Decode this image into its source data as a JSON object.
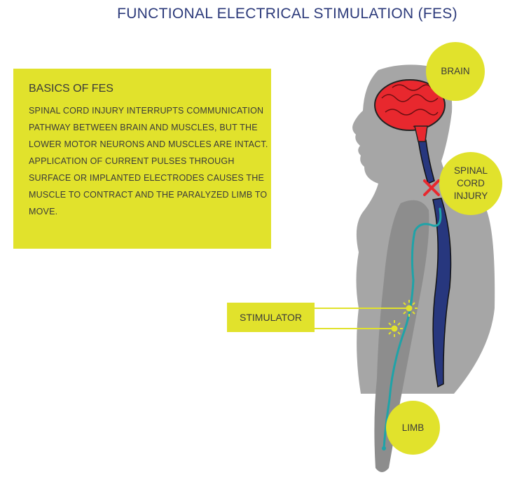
{
  "title": "FUNCTIONAL ELECTRICAL STIMULATION (FES)",
  "infobox": {
    "heading": "BASICS OF FES",
    "body": "SPINAL CORD INJURY INTERRUPTS COMMUNICATION PATHWAY BETWEEN BRAIN AND MUSCLES, BUT THE LOWER MOTOR NEURONS AND MUSCLES ARE INTACT. APPLICATION OF CURRENT PULSES THROUGH SURFACE OR IMPLANTED ELECTRODES CAUSES THE MUSCLE TO CONTRACT AND THE PARALYZED LIMB TO MOVE."
  },
  "labels": {
    "brain": "BRAIN",
    "injury": "SPINAL CORD INJURY",
    "stimulator": "STIMULATOR",
    "limb": "LIMB"
  },
  "colors": {
    "accent": "#e1e22c",
    "title": "#2c3a7a",
    "spine": "#27377e",
    "brain": "#e8282e",
    "nerve": "#1fa3a8",
    "body": "#a6a6a6",
    "arm": "#8d8d8d"
  }
}
